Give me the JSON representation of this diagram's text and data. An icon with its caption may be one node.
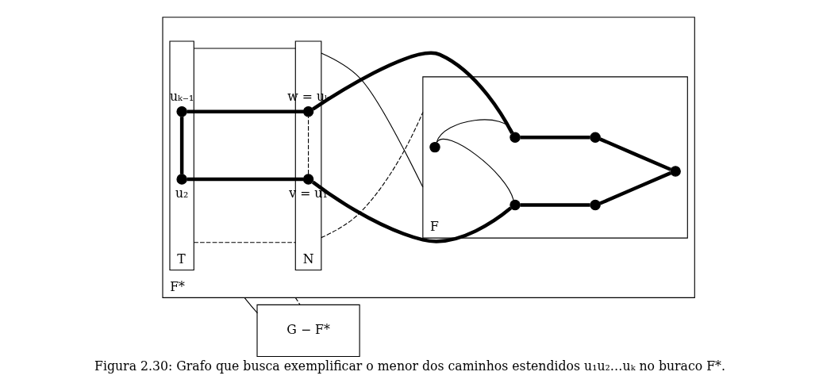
{
  "diagram": {
    "caption": "Figura 2.30: Grafo que busca exemplificar o menor dos caminhos estendidos u₁u₂…uₖ no buraco F*.",
    "nodes": [
      {
        "text": [
          "F*"
        ]
      },
      {
        "text": [
          "T"
        ],
        "in": 0
      },
      {
        "text": [],
        "shape": "circle",
        "in": 1,
        "beside": [
          "u₂"
        ]
      },
      {
        "text": [],
        "shape": "circle",
        "in": 1,
        "beside": [
          "uₖ₋₁"
        ]
      },
      {
        "text": [
          "N"
        ],
        "in": 0
      },
      {
        "text": [],
        "shape": "circle",
        "in": 4,
        "beside": [
          "v = u₁"
        ]
      },
      {
        "text": [],
        "shape": "circle",
        "in": 4,
        "beside": [
          "w = uₖ"
        ]
      },
      {
        "text": [
          "F"
        ],
        "in": 0
      },
      {
        "text": [],
        "shape": "circle",
        "in": 7
      },
      {
        "text": [],
        "shape": "circle",
        "in": 7
      },
      {
        "text": [],
        "shape": "circle",
        "in": 7
      },
      {
        "text": [],
        "shape": "circle",
        "in": 7
      },
      {
        "text": [],
        "shape": "circle",
        "in": 7
      },
      {
        "text": [],
        "shape": "circle",
        "in": 7
      },
      {
        "text": [
          "G − F*"
        ]
      }
    ],
    "edges": [
      {
        "from": 2,
        "to": 3,
        "arrow": "none",
        "style": "thick"
      },
      {
        "from": 2,
        "to": 5,
        "arrow": "none",
        "style": "thick"
      },
      {
        "from": 3,
        "to": 6,
        "arrow": "none",
        "style": "thick"
      },
      {
        "from": 5,
        "to": 6,
        "arrow": "none",
        "style": "dashed"
      },
      {
        "from": 5,
        "to": 8,
        "arrow": "none",
        "style": "thick"
      },
      {
        "from": 6,
        "to": 12,
        "arrow": "none",
        "style": "thick"
      },
      {
        "from": 8,
        "to": 9,
        "arrow": "none",
        "style": "thick"
      },
      {
        "from": 8,
        "to": 10,
        "arrow": "none"
      },
      {
        "from": 10,
        "to": 12,
        "arrow": "none"
      },
      {
        "from": 12,
        "to": 13,
        "arrow": "none",
        "style": "thick"
      },
      {
        "from": 9,
        "to": 11,
        "arrow": "none",
        "style": "thick"
      },
      {
        "from": 13,
        "to": 11,
        "arrow": "none",
        "style": "thick"
      },
      {
        "from": 1,
        "to": 4,
        "arrow": "none"
      },
      {
        "from": 1,
        "to": 4,
        "arrow": "none",
        "style": "dashed"
      },
      {
        "from": 4,
        "to": 7,
        "arrow": "none"
      },
      {
        "from": 4,
        "to": 7,
        "arrow": "none",
        "style": "dashed"
      },
      {
        "from": 0,
        "to": 14,
        "arrow": "none"
      },
      {
        "from": 0,
        "to": 14,
        "arrow": "none",
        "style": "dashed"
      }
    ]
  }
}
